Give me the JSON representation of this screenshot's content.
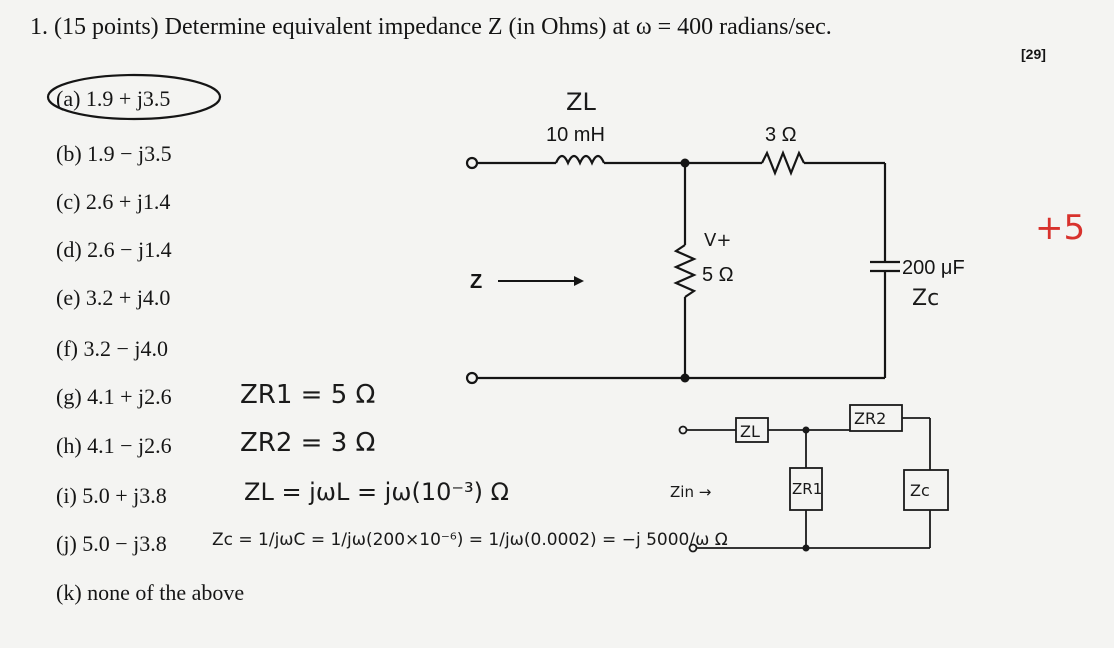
{
  "question": {
    "title": "1. (15 points) Determine equivalent impedance Z (in Ohms) at ω = 400 radians/sec.",
    "tag": "[29]"
  },
  "options": [
    {
      "label": "(a) 1.9 + j3.5",
      "circled": true
    },
    {
      "label": "(b) 1.9 − j3.5"
    },
    {
      "label": "(c) 2.6 + j1.4"
    },
    {
      "label": "(d) 2.6 − j1.4"
    },
    {
      "label": "(e) 3.2 + j4.0"
    },
    {
      "label": "(f) 3.2 − j4.0"
    },
    {
      "label": "(g) 4.1 + j2.6"
    },
    {
      "label": "(h) 4.1 − j2.6"
    },
    {
      "label": "(i) 5.0 + j3.8"
    },
    {
      "label": "(j) 5.0 − j3.8"
    },
    {
      "label": "(k) none of the above"
    }
  ],
  "circuit": {
    "inductor_value": "10 mH",
    "inductor_note": "ZL",
    "series_resistor": "3 Ω",
    "shunt_resistor": "5 Ω",
    "shunt_note": "V+",
    "capacitor_value": "200 μF",
    "capacitor_note": "Zc",
    "z_label": "Z"
  },
  "handwriting": {
    "zr1": "ZR1 = 5 Ω",
    "zr2": "ZR2 = 3 Ω",
    "zl_eq": "ZL = jωL = jω(10⁻³) Ω",
    "zc_eq": "Zc = 1/jωC = 1/jω(200×10⁻⁶) = 1/jω(0.0002) = −j 5000/ω Ω",
    "sketch_zl": "ZL",
    "sketch_zr2": "ZR2",
    "sketch_zr1": "ZR1",
    "sketch_zc": "Zc",
    "sketch_zin": "Zin →"
  },
  "score": "+5",
  "colors": {
    "ink": "#151515",
    "grade": "#d8322d",
    "paper": "#f4f4f2"
  }
}
